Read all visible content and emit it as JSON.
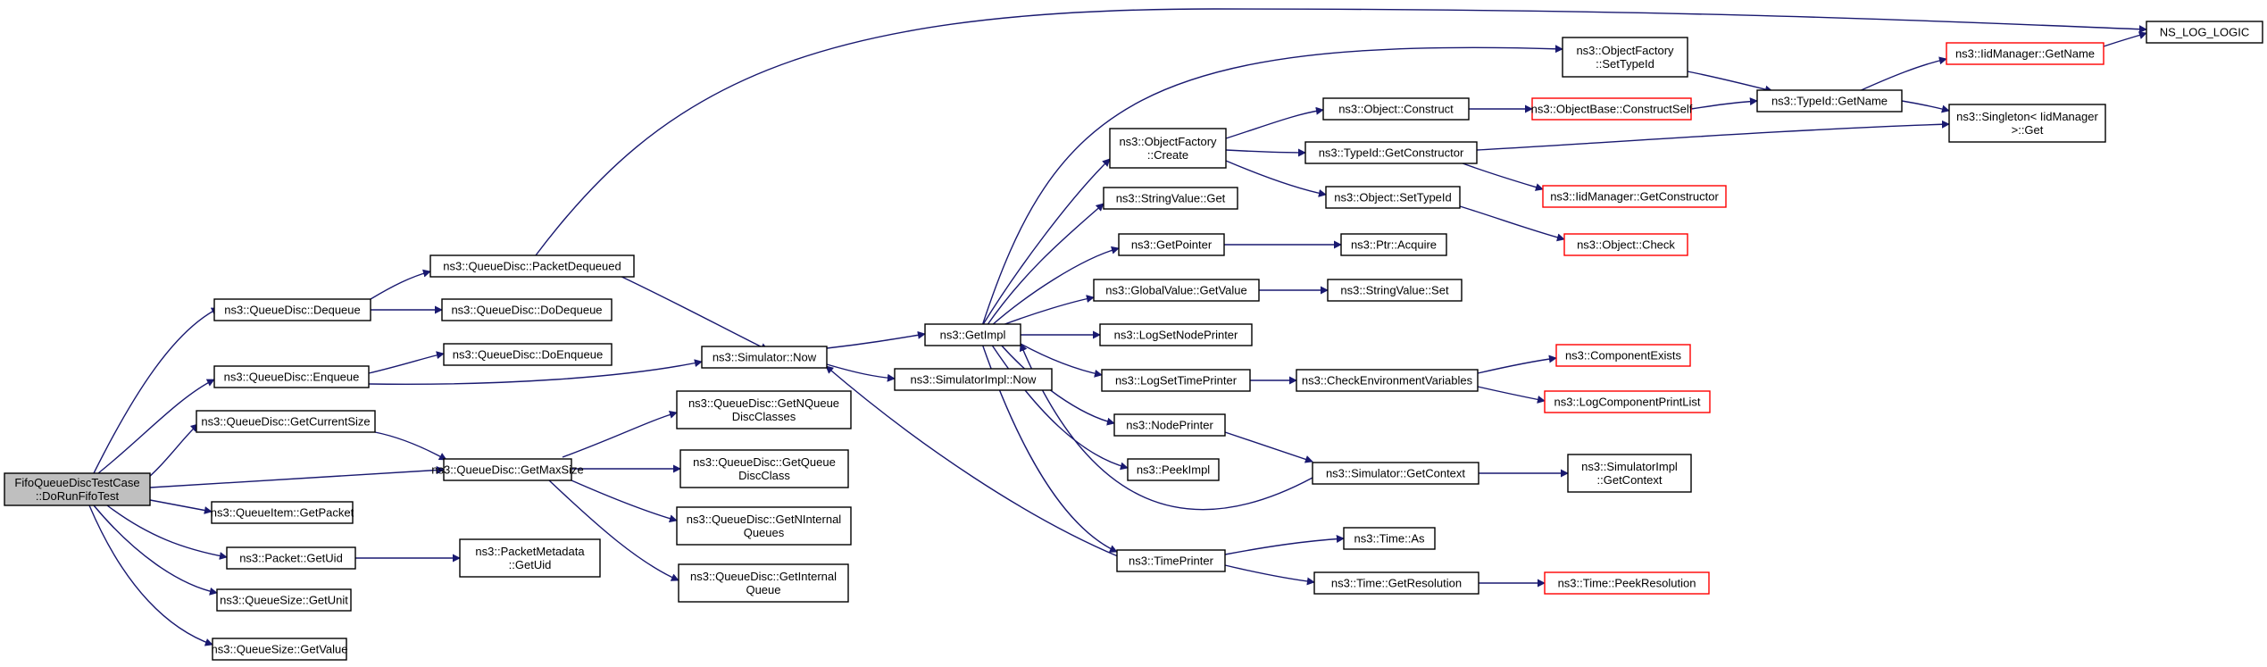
{
  "colors": {
    "edge": "#191970",
    "root_fill": "#bfbfbf",
    "external_border": "#ff0000",
    "node_border": "#000000"
  },
  "nodes": {
    "root": [
      "FifoQueueDiscTestCase",
      "::DoRunFifoTest"
    ],
    "dequeue": [
      "ns3::QueueDisc::Dequeue"
    ],
    "enqueue": [
      "ns3::QueueDisc::Enqueue"
    ],
    "get_current_size": [
      "ns3::QueueDisc::GetCurrentSize"
    ],
    "get_max_size": [
      "ns3::QueueDisc::GetMaxSize"
    ],
    "queue_item_get_packet": [
      "ns3::QueueItem::GetPacket"
    ],
    "packet_get_uid": [
      "ns3::Packet::GetUid"
    ],
    "queue_size_get_unit": [
      "ns3::QueueSize::GetUnit"
    ],
    "queue_size_get_value": [
      "ns3::QueueSize::GetValue"
    ],
    "packet_dequeued": [
      "ns3::QueueDisc::PacketDequeued"
    ],
    "do_dequeue": [
      "ns3::QueueDisc::DoDequeue"
    ],
    "do_enqueue": [
      "ns3::QueueDisc::DoEnqueue"
    ],
    "simulator_now": [
      "ns3::Simulator::Now"
    ],
    "get_n_queue_disc_classes": [
      "ns3::QueueDisc::GetNQueue",
      "DiscClasses"
    ],
    "get_queue_disc_class": [
      "ns3::QueueDisc::GetQueue",
      "DiscClass"
    ],
    "get_n_internal_queues": [
      "ns3::QueueDisc::GetNInternal",
      "Queues"
    ],
    "get_internal_queue": [
      "ns3::QueueDisc::GetInternal",
      "Queue"
    ],
    "packet_metadata_get_uid": [
      "ns3::PacketMetadata",
      "::GetUid"
    ],
    "get_impl": [
      "ns3::GetImpl"
    ],
    "simulator_impl_now": [
      "ns3::SimulatorImpl::Now"
    ],
    "object_factory_create": [
      "ns3::ObjectFactory",
      "::Create"
    ],
    "string_value_get": [
      "ns3::StringValue::Get"
    ],
    "get_pointer": [
      "ns3::GetPointer"
    ],
    "global_value_get_value": [
      "ns3::GlobalValue::GetValue"
    ],
    "log_set_node_printer": [
      "ns3::LogSetNodePrinter"
    ],
    "log_set_time_printer": [
      "ns3::LogSetTimePrinter"
    ],
    "node_printer": [
      "ns3::NodePrinter"
    ],
    "peek_impl": [
      "ns3::PeekImpl"
    ],
    "time_printer": [
      "ns3::TimePrinter"
    ],
    "object_factory_set_type_id": [
      "ns3::ObjectFactory",
      "::SetTypeId"
    ],
    "object_construct": [
      "ns3::Object::Construct"
    ],
    "type_id_get_constructor": [
      "ns3::TypeId::GetConstructor"
    ],
    "object_set_type_id": [
      "ns3::Object::SetTypeId"
    ],
    "ptr_acquire": [
      "ns3::Ptr::Acquire"
    ],
    "string_value_set": [
      "ns3::StringValue::Set"
    ],
    "check_environment_variables": [
      "ns3::CheckEnvironmentVariables"
    ],
    "simulator_get_context": [
      "ns3::Simulator::GetContext"
    ],
    "time_as": [
      "ns3::Time::As"
    ],
    "time_get_resolution": [
      "ns3::Time::GetResolution"
    ],
    "ns_log_logic": [
      "NS_LOG_LOGIC"
    ],
    "object_base_construct_self": [
      "ns3::ObjectBase::ConstructSelf"
    ],
    "type_id_get_name": [
      "ns3::TypeId::GetName"
    ],
    "iid_manager_get_name": [
      "ns3::IidManager::GetName"
    ],
    "singleton_iid_manager_get": [
      "ns3::Singleton< IidManager",
      " >::Get"
    ],
    "iid_manager_get_constructor": [
      "ns3::IidManager::GetConstructor"
    ],
    "object_check": [
      "ns3::Object::Check"
    ],
    "component_exists": [
      "ns3::ComponentExists"
    ],
    "log_component_print_list": [
      "ns3::LogComponentPrintList"
    ],
    "simulator_impl_get_context": [
      "ns3::SimulatorImpl",
      "::GetContext"
    ],
    "time_peek_resolution": [
      "ns3::Time::PeekResolution"
    ]
  }
}
